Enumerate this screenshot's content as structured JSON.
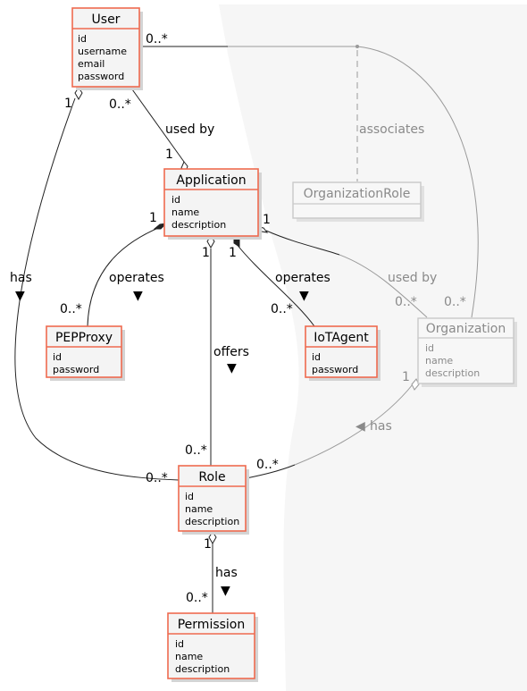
{
  "classes": {
    "user": {
      "name": "User",
      "attributes": [
        "id",
        "username",
        "email",
        "password"
      ]
    },
    "application": {
      "name": "Application",
      "attributes": [
        "id",
        "name",
        "description"
      ]
    },
    "pep_proxy": {
      "name": "PEPProxy",
      "attributes": [
        "id",
        "password"
      ]
    },
    "iot_agent": {
      "name": "IoTAgent",
      "attributes": [
        "id",
        "password"
      ]
    },
    "role": {
      "name": "Role",
      "attributes": [
        "id",
        "name",
        "description"
      ]
    },
    "permission": {
      "name": "Permission",
      "attributes": [
        "id",
        "name",
        "description"
      ]
    },
    "organization": {
      "name": "Organization",
      "attributes": [
        "id",
        "name",
        "description"
      ]
    },
    "organization_role": {
      "name": "OrganizationRole",
      "attributes": []
    }
  },
  "relations": {
    "user_used_by_application": {
      "label": "used by",
      "mult_user": "0..*",
      "mult_app": "1"
    },
    "user_has_role": {
      "label": "has",
      "arrow": "▼",
      "mult_user": "1",
      "mult_role": "0..*"
    },
    "user_organization": {
      "mult_user": "0..*",
      "mult_org": "0..*",
      "assoc_label": "associates"
    },
    "app_operates_pep": {
      "label": "operates",
      "arrow": "▼",
      "mult_app": "1",
      "mult_pep": "0..*"
    },
    "app_operates_iot": {
      "label": "operates",
      "arrow": "▼",
      "mult_app": "1",
      "mult_iot": "0..*"
    },
    "app_offers_role": {
      "label": "offers",
      "arrow": "▼",
      "mult_app": "1",
      "mult_role": "0..*"
    },
    "app_used_by_org": {
      "label": "used by",
      "mult_app": "1",
      "mult_org": "0..*"
    },
    "org_has_role": {
      "label": "has",
      "arrow": "◀",
      "mult_org": "1",
      "mult_role": "0..*"
    },
    "role_has_permission": {
      "label": "has",
      "arrow": "▼",
      "mult_role": "1",
      "mult_perm": "0..*"
    }
  },
  "colors": {
    "box_border": "#ee6a4f",
    "box_fill": "#f4f4f4",
    "faded_text": "#8a8a8a",
    "faded_line": "#9a9a9a",
    "overlay": "#f6f6f6"
  }
}
